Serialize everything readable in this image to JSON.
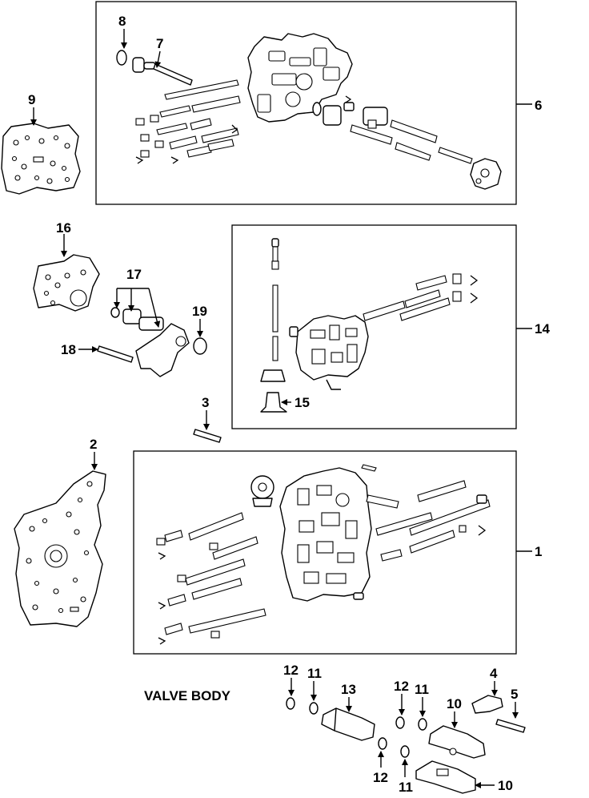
{
  "caption": "VALVE BODY",
  "callouts": {
    "c1": "1",
    "c2": "2",
    "c3": "3",
    "c4": "4",
    "c5": "5",
    "c6": "6",
    "c7": "7",
    "c8": "8",
    "c9": "9",
    "c10a": "10",
    "c10b": "10",
    "c11a": "11",
    "c11b": "11",
    "c11c": "11",
    "c12a": "12",
    "c12b": "12",
    "c12c": "12",
    "c13": "13",
    "c14": "14",
    "c15": "15",
    "c16": "16",
    "c17": "17",
    "c18": "18",
    "c19": "19"
  }
}
